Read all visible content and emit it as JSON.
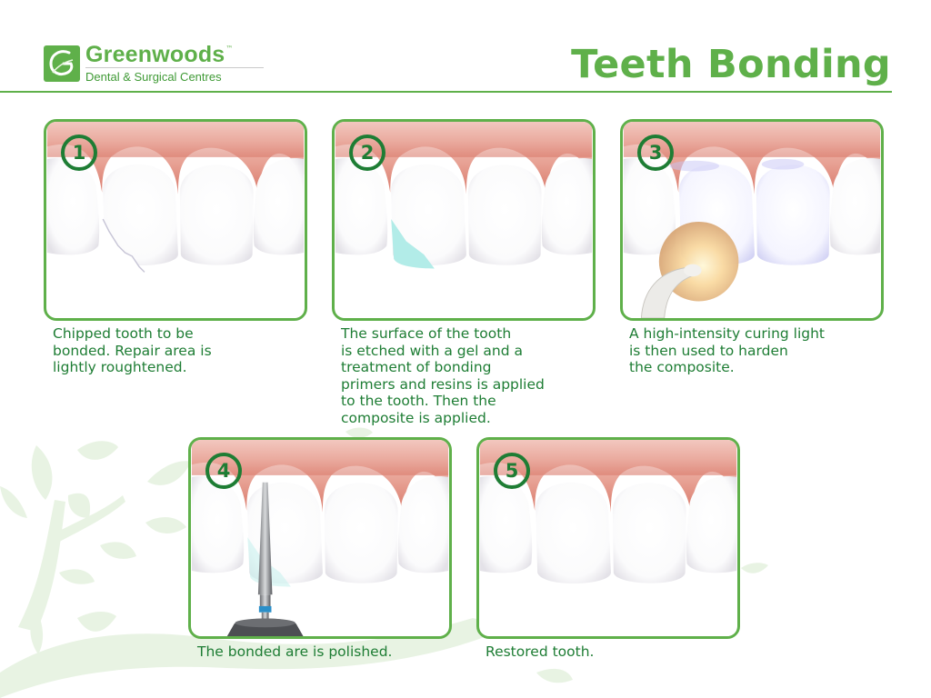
{
  "header": {
    "logo": {
      "name": "Greenwoods",
      "trademark": "™",
      "subtitle": "Dental & Surgical Centres",
      "icon": "leaf-g-monogram-icon"
    },
    "title": "Teeth Bonding"
  },
  "colors": {
    "brand_green": "#5fb04a",
    "dark_green": "#1e7d34",
    "gum": "#e3968a",
    "etch_gel": "#b2ece8",
    "background_leaf": "#e6f2e1"
  },
  "steps": [
    {
      "number": "1",
      "caption": "Chipped tooth to be\nbonded. Repair area is\nlightly roughtened.",
      "illustration": "chipped-tooth"
    },
    {
      "number": "2",
      "caption": "The surface of the tooth\nis etched with a gel and a\ntreatment of bonding\nprimers and resins is applied\nto the tooth. Then the\ncomposite is applied.",
      "illustration": "etching-gel"
    },
    {
      "number": "3",
      "caption": "A high-intensity curing light\nis then used to harden\nthe composite.",
      "illustration": "curing-light"
    },
    {
      "number": "4",
      "caption": "The bonded are is polished.",
      "illustration": "polishing-bur"
    },
    {
      "number": "5",
      "caption": "Restored tooth.",
      "illustration": "restored-tooth"
    }
  ]
}
